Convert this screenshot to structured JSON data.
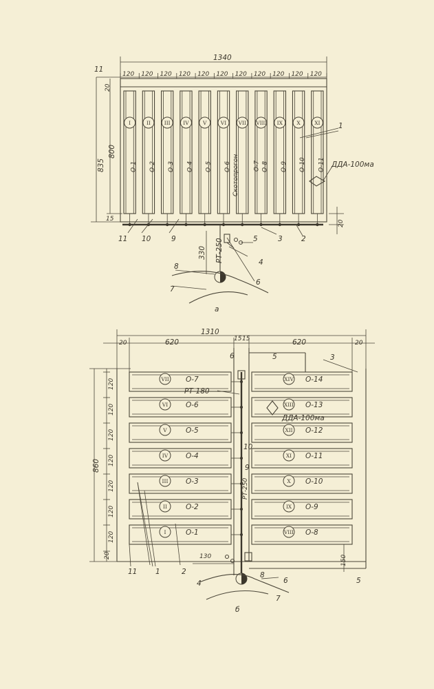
{
  "diagram_a": {
    "caption": "а",
    "overall_width": "1340",
    "bay_width": "120",
    "left_offset": "11",
    "top_offset": "20",
    "total_height": "835",
    "pen_height": "800",
    "bottom_left": "15",
    "bottom_right": "20",
    "lead_length": "330",
    "timer": "РТ-250",
    "device": "ДДА-100ма",
    "driveway": "Скотопрогон",
    "pens": [
      "О-1",
      "О-2",
      "О-3",
      "О-4",
      "О-5",
      "О-6",
      "О-7",
      "О-8",
      "О-9",
      "О-10",
      "О-11"
    ],
    "numerals": [
      "I",
      "II",
      "III",
      "IV",
      "V",
      "VI",
      "VII",
      "VIII",
      "IX",
      "X",
      "XI"
    ],
    "callouts": [
      "1",
      "2",
      "3",
      "4",
      "5",
      "6",
      "7",
      "8",
      "9",
      "10",
      "11"
    ]
  },
  "diagram_b": {
    "caption": "б",
    "overall_width": "1310",
    "half_width": "620",
    "edge": "20",
    "center": "15",
    "total_height": "860",
    "row_height": "120",
    "bottom": "20",
    "lead_length": "130",
    "right_lead": "150",
    "timer_top": "РТ-180",
    "timer_mid": "РТ-250",
    "device": "ДДА-100ма",
    "left_pens": [
      "О-7",
      "О-6",
      "О-5",
      "О-4",
      "О-3",
      "О-2",
      "О-1"
    ],
    "left_numerals": [
      "VII",
      "VI",
      "V",
      "IV",
      "III",
      "II",
      "I"
    ],
    "right_pens": [
      "О-14",
      "О-13",
      "О-12",
      "О-11",
      "О-10",
      "О-9",
      "О-8"
    ],
    "right_numerals": [
      "XIV",
      "XIII",
      "XII",
      "XI",
      "X",
      "IX",
      "VIII"
    ],
    "callouts": [
      "1",
      "2",
      "3",
      "4",
      "5",
      "6",
      "7",
      "8",
      "9",
      "10",
      "11"
    ]
  }
}
